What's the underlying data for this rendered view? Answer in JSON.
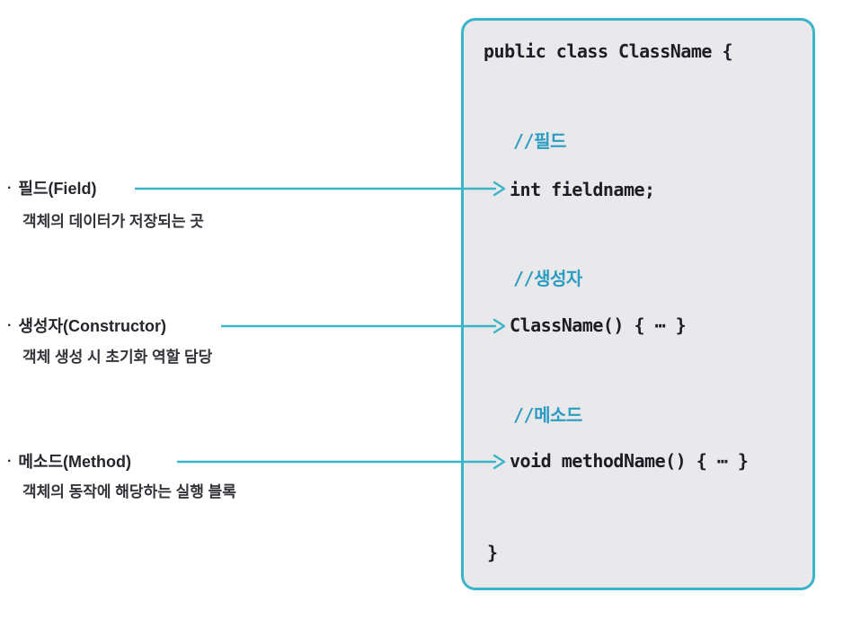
{
  "colors": {
    "teal": "#3ab4c9",
    "comment": "#2b9cc2",
    "code_text": "#1d1d26",
    "label_text": "#26262c",
    "desc_text": "#33333a",
    "box_bg": "#e9e9eb",
    "page_bg": "#ffffff"
  },
  "labels": [
    {
      "bullet": "·",
      "title": "필드(Field)",
      "desc": "객체의 데이터가 저장되는 곳"
    },
    {
      "bullet": "·",
      "title": "생성자(Constructor)",
      "desc": "객체 생성 시 초기화 역할 담당"
    },
    {
      "bullet": "·",
      "title": "메소드(Method)",
      "desc": "객체의 동작에 해당하는 실행 블록"
    }
  ],
  "code_box": {
    "open_line": "public class ClassName {",
    "sections": [
      {
        "comment": "//필드",
        "code": "int fieldname;"
      },
      {
        "comment": "//생성자",
        "code": "ClassName() { ⋯ }"
      },
      {
        "comment": "//메소드",
        "code": "void methodName() { ⋯ }"
      }
    ],
    "close_line": "}"
  }
}
